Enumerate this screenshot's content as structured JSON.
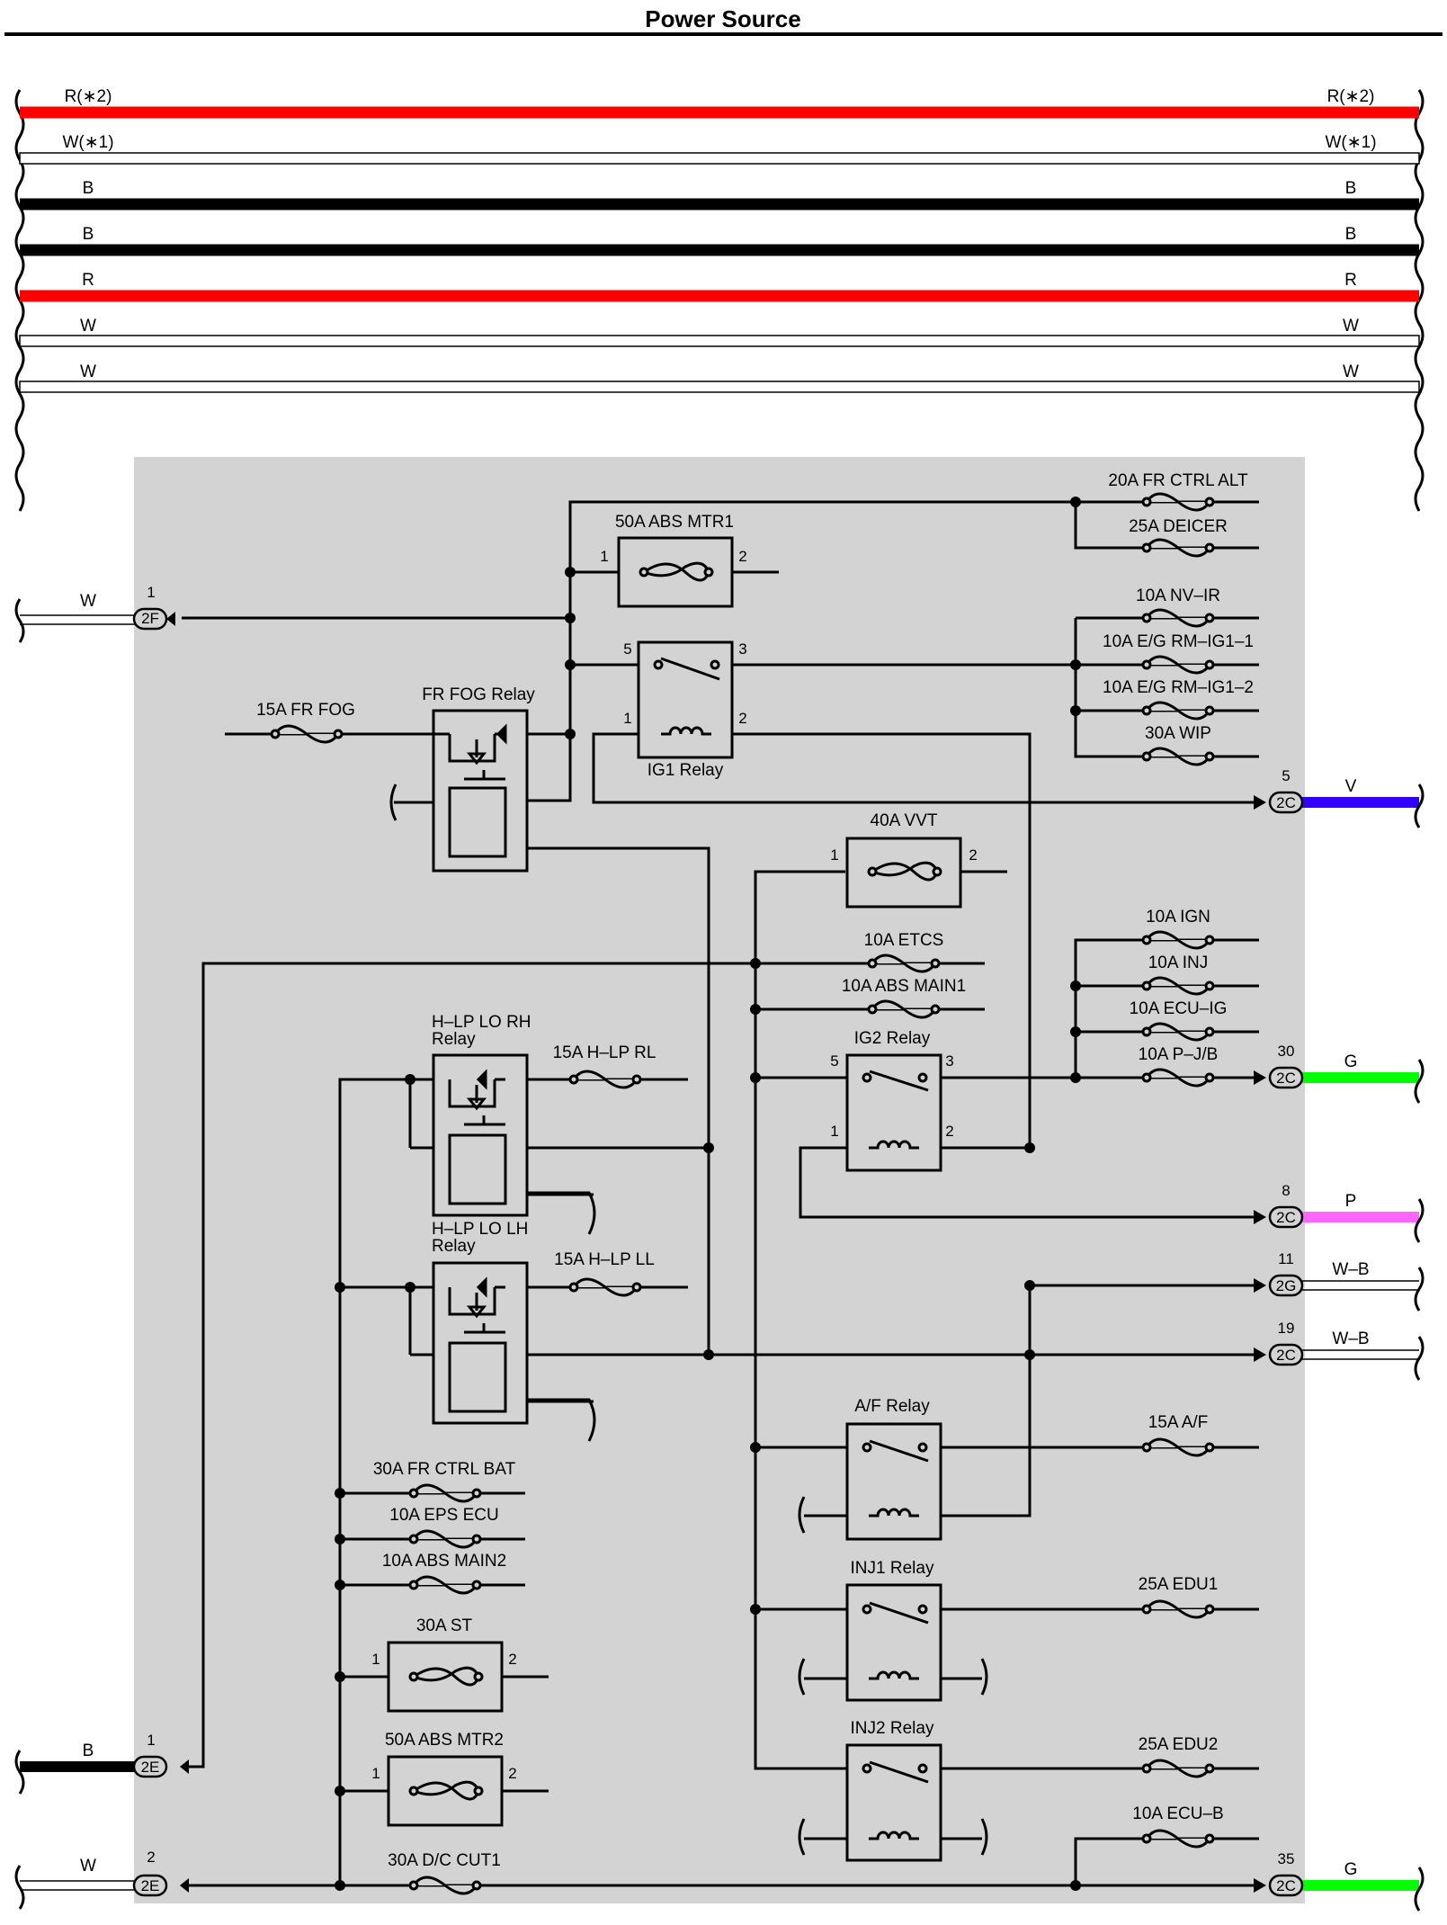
{
  "title": "Power Source",
  "colors": {
    "red": "#ff0000",
    "black": "#000000",
    "white": "#ffffff",
    "violet": "#3300ff",
    "green": "#00ff00",
    "pink": "#ff66ff",
    "box": "#d3d3d3"
  },
  "harness": [
    {
      "color_code": "R(∗2)"
    },
    {
      "color_code": "W(∗1)"
    },
    {
      "color_code": "B"
    },
    {
      "color_code": "B"
    },
    {
      "color_code": "R"
    },
    {
      "color_code": "W"
    },
    {
      "color_code": "W"
    }
  ],
  "fuses": {
    "fr_ctrl_alt": "20A FR CTRL ALT",
    "deicer": "25A DEICER",
    "abs_mtr1": "50A ABS MTR1",
    "nv_ir": "10A NV–IR",
    "eg_rm_ig1_1": "10A E/G RM–IG1–1",
    "eg_rm_ig1_2": "10A E/G RM–IG1–2",
    "wip": "30A WIP",
    "fr_fog": "15A FR FOG",
    "vvt": "40A VVT",
    "etcs": "10A ETCS",
    "abs_main1": "10A ABS MAIN1",
    "ign": "10A IGN",
    "inj": "10A INJ",
    "ecu_ig": "10A ECU–IG",
    "p_jb": "10A P–J/B",
    "h_lp_rl": "15A H–LP RL",
    "h_lp_ll": "15A H–LP LL",
    "af": "15A A/F",
    "fr_ctrl_bat": "30A FR CTRL BAT",
    "eps_ecu": "10A EPS ECU",
    "abs_main2": "10A ABS MAIN2",
    "st": "30A ST",
    "abs_mtr2": "50A ABS MTR2",
    "edu1": "25A EDU1",
    "edu2": "25A EDU2",
    "ecu_b": "10A ECU–B",
    "dc_cut1": "30A D/C CUT1"
  },
  "relays": {
    "fr_fog": "FR FOG Relay",
    "ig1": "IG1 Relay",
    "ig2": "IG2 Relay",
    "hlp_lo_rh_1": "H–LP LO RH",
    "hlp_lo_rh_2": "Relay",
    "hlp_lo_lh_1": "H–LP LO LH",
    "hlp_lo_lh_2": "Relay",
    "af": "A/F Relay",
    "inj1": "INJ1 Relay",
    "inj2": "INJ2 Relay"
  },
  "pins": {
    "p1": "1",
    "p2": "2",
    "p3": "3",
    "p5": "5",
    "p8": "8",
    "p11": "11",
    "p19": "19",
    "p30": "30",
    "p35": "35"
  },
  "connectors": {
    "c2f": "2F",
    "c2e": "2E",
    "c2c": "2C",
    "c2g": "2G"
  },
  "wires": {
    "w": "W",
    "b": "B",
    "v": "V",
    "g": "G",
    "p": "P",
    "wb": "W–B"
  }
}
